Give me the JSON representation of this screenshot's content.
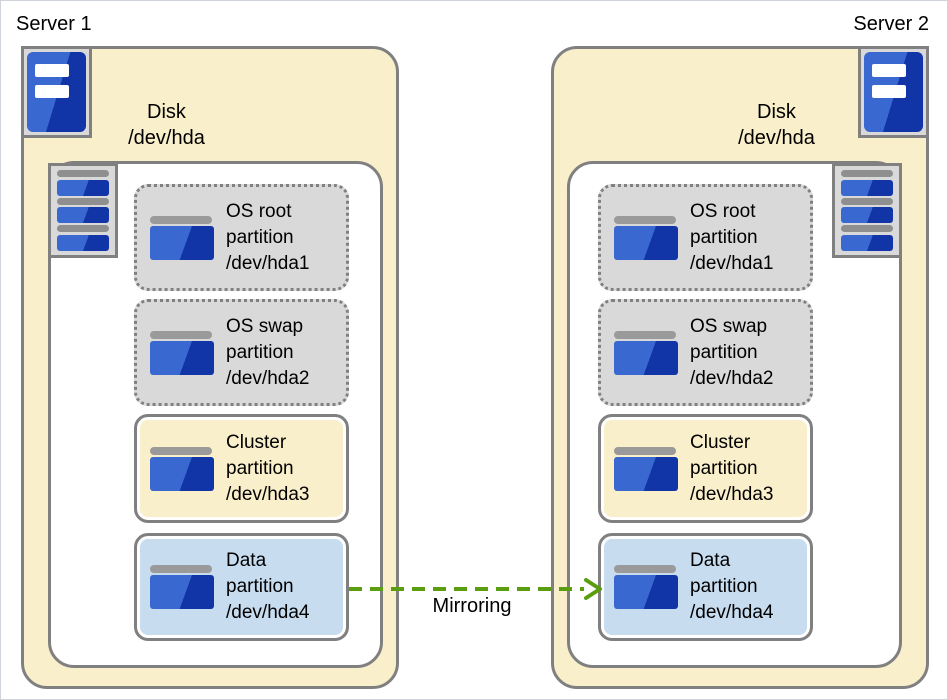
{
  "servers": [
    {
      "label": "Server 1",
      "disk": {
        "line1": "Disk",
        "line2": "/dev/hda"
      },
      "partitions": [
        {
          "type": "os",
          "lines": [
            "OS root",
            "partition",
            "/dev/hda1"
          ]
        },
        {
          "type": "os",
          "lines": [
            "OS swap",
            "partition",
            "/dev/hda2"
          ]
        },
        {
          "type": "cluster",
          "lines": [
            "Cluster",
            "partition",
            "/dev/hda3"
          ]
        },
        {
          "type": "data",
          "lines": [
            "Data",
            "partition",
            "/dev/hda4"
          ]
        }
      ]
    },
    {
      "label": "Server 2",
      "disk": {
        "line1": "Disk",
        "line2": "/dev/hda"
      },
      "partitions": [
        {
          "type": "os",
          "lines": [
            "OS root",
            "partition",
            "/dev/hda1"
          ]
        },
        {
          "type": "os",
          "lines": [
            "OS swap",
            "partition",
            "/dev/hda2"
          ]
        },
        {
          "type": "cluster",
          "lines": [
            "Cluster",
            "partition",
            "/dev/hda3"
          ]
        },
        {
          "type": "data",
          "lines": [
            "Data",
            "partition",
            "/dev/hda4"
          ]
        }
      ]
    }
  ],
  "arrow": {
    "label": "Mirroring",
    "color": "#5a9e0f"
  },
  "colors": {
    "server_fill": "#faefcb",
    "border_gray": "#808080",
    "disk_box_fill": "#ffffff",
    "partition_os_fill": "#d9d9d9",
    "partition_cluster_fill": "#faefcb",
    "partition_data_fill": "#c8dcf0",
    "icon_blue_light": "#3a68d1",
    "icon_blue_dark": "#1134a6",
    "icon_gray_bar": "#8f8f8f"
  }
}
